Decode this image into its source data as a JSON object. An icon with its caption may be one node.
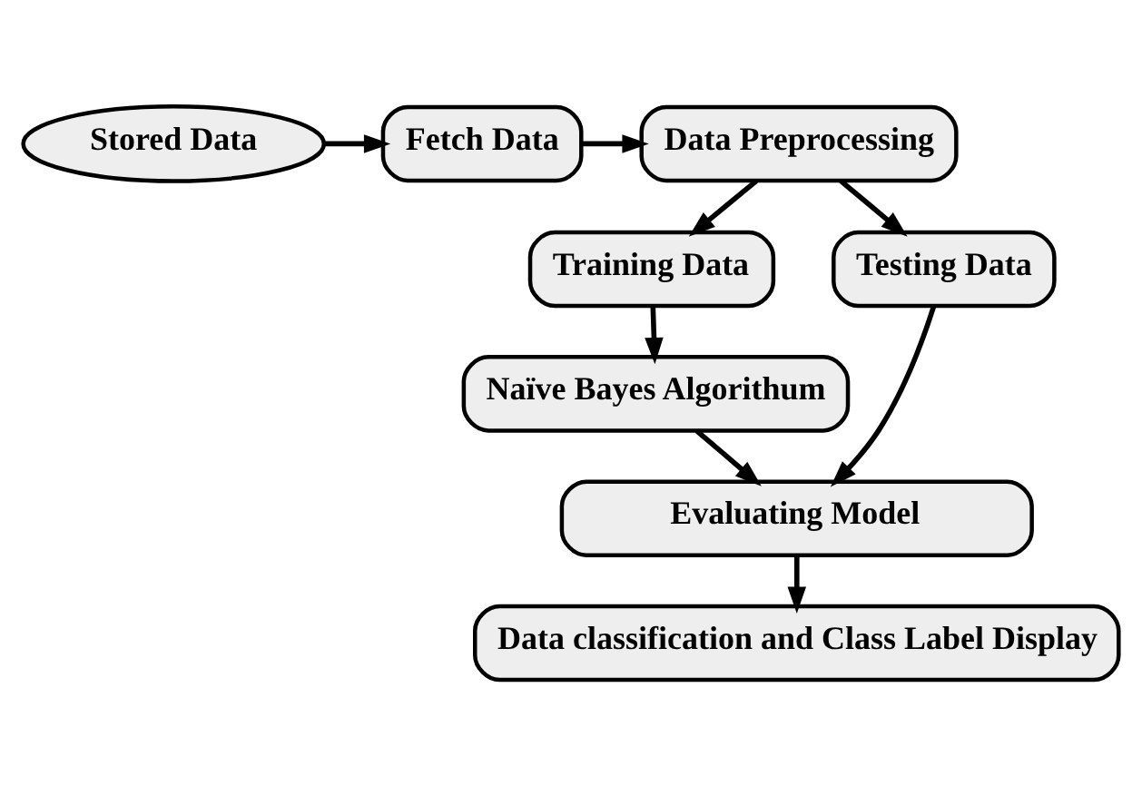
{
  "diagram": {
    "nodes": [
      {
        "text": [
          "Stored Data"
        ]
      },
      {
        "text": [
          "Fetch Data"
        ]
      },
      {
        "text": [
          "Data Preprocessing"
        ]
      },
      {
        "text": [
          "Training Data"
        ]
      },
      {
        "text": [
          "Testing Data"
        ]
      },
      {
        "text": [
          "Naïve Bayes Algorithum"
        ]
      },
      {
        "text": [
          "Evaluating Model"
        ]
      },
      {
        "text": [
          "Data classification and Class Label Display"
        ]
      }
    ],
    "edges": [
      {
        "from": 0,
        "to": 1,
        "arrow": "to"
      },
      {
        "from": 1,
        "to": 2,
        "arrow": "to"
      },
      {
        "from": 2,
        "to": 3,
        "arrow": "to"
      },
      {
        "from": 2,
        "to": 4,
        "arrow": "to"
      },
      {
        "from": 3,
        "to": 5,
        "arrow": "to"
      },
      {
        "from": 5,
        "to": 6,
        "arrow": "to"
      },
      {
        "from": 4,
        "to": 6,
        "arrow": "to"
      },
      {
        "from": 6,
        "to": 7,
        "arrow": "to"
      }
    ]
  }
}
